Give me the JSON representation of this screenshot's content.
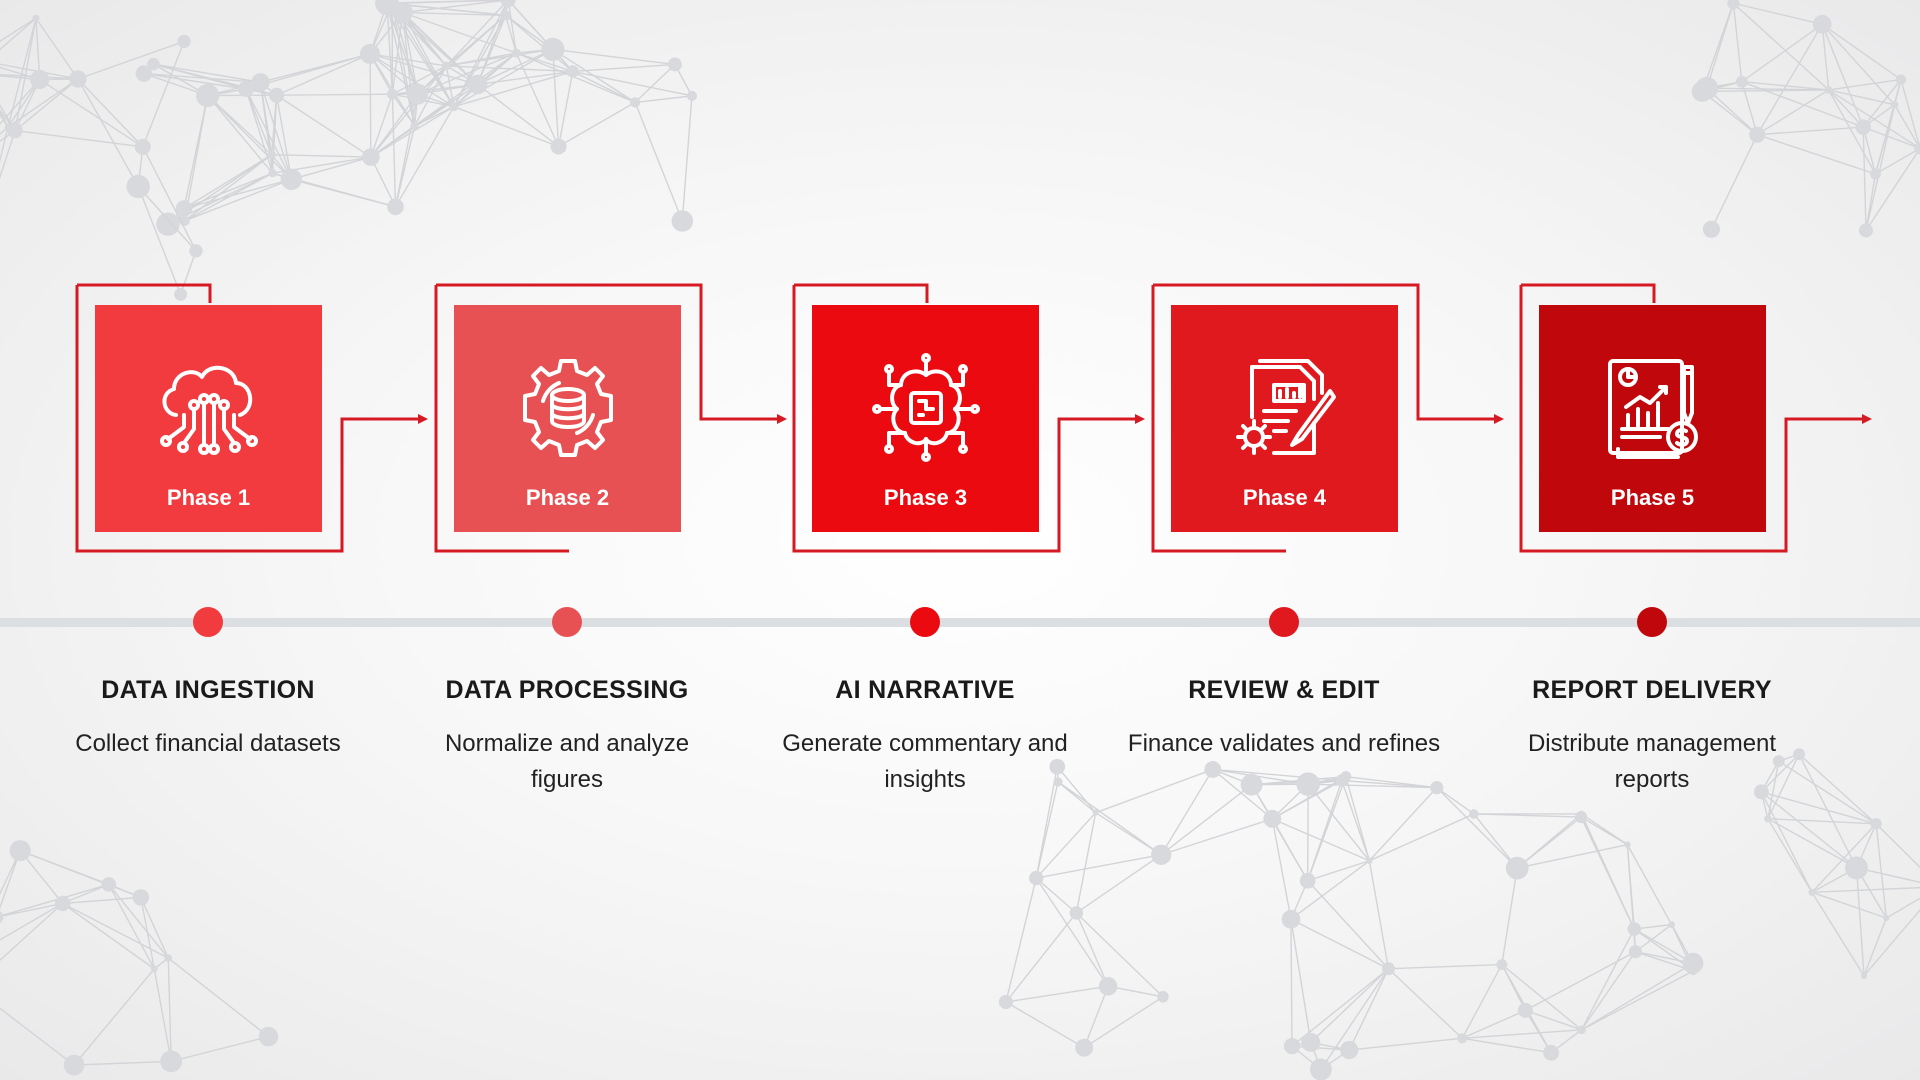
{
  "colors": {
    "outline": "#d61a23",
    "timeline": "#dcdfe2"
  },
  "phases": [
    {
      "label": "Phase 1",
      "title": "DATA INGESTION",
      "desc": "Collect financial datasets",
      "color": "#f23b3f",
      "icon": "cloud-circuit-icon"
    },
    {
      "label": "Phase 2",
      "title": "DATA PROCESSING",
      "desc": "Normalize and analyze figures",
      "color": "#e85153",
      "icon": "gear-database-icon"
    },
    {
      "label": "Phase 3",
      "title": "AI NARRATIVE",
      "desc": "Generate commentary and insights",
      "color": "#ea0a10",
      "icon": "ai-brain-chip-icon"
    },
    {
      "label": "Phase 4",
      "title": "REVIEW & EDIT",
      "desc": "Finance validates and refines",
      "color": "#e0191e",
      "icon": "document-edit-icon"
    },
    {
      "label": "Phase 5",
      "title": "REPORT DELIVERY",
      "desc": "Distribute management reports",
      "color": "#c0070b",
      "icon": "financial-report-icon"
    }
  ]
}
